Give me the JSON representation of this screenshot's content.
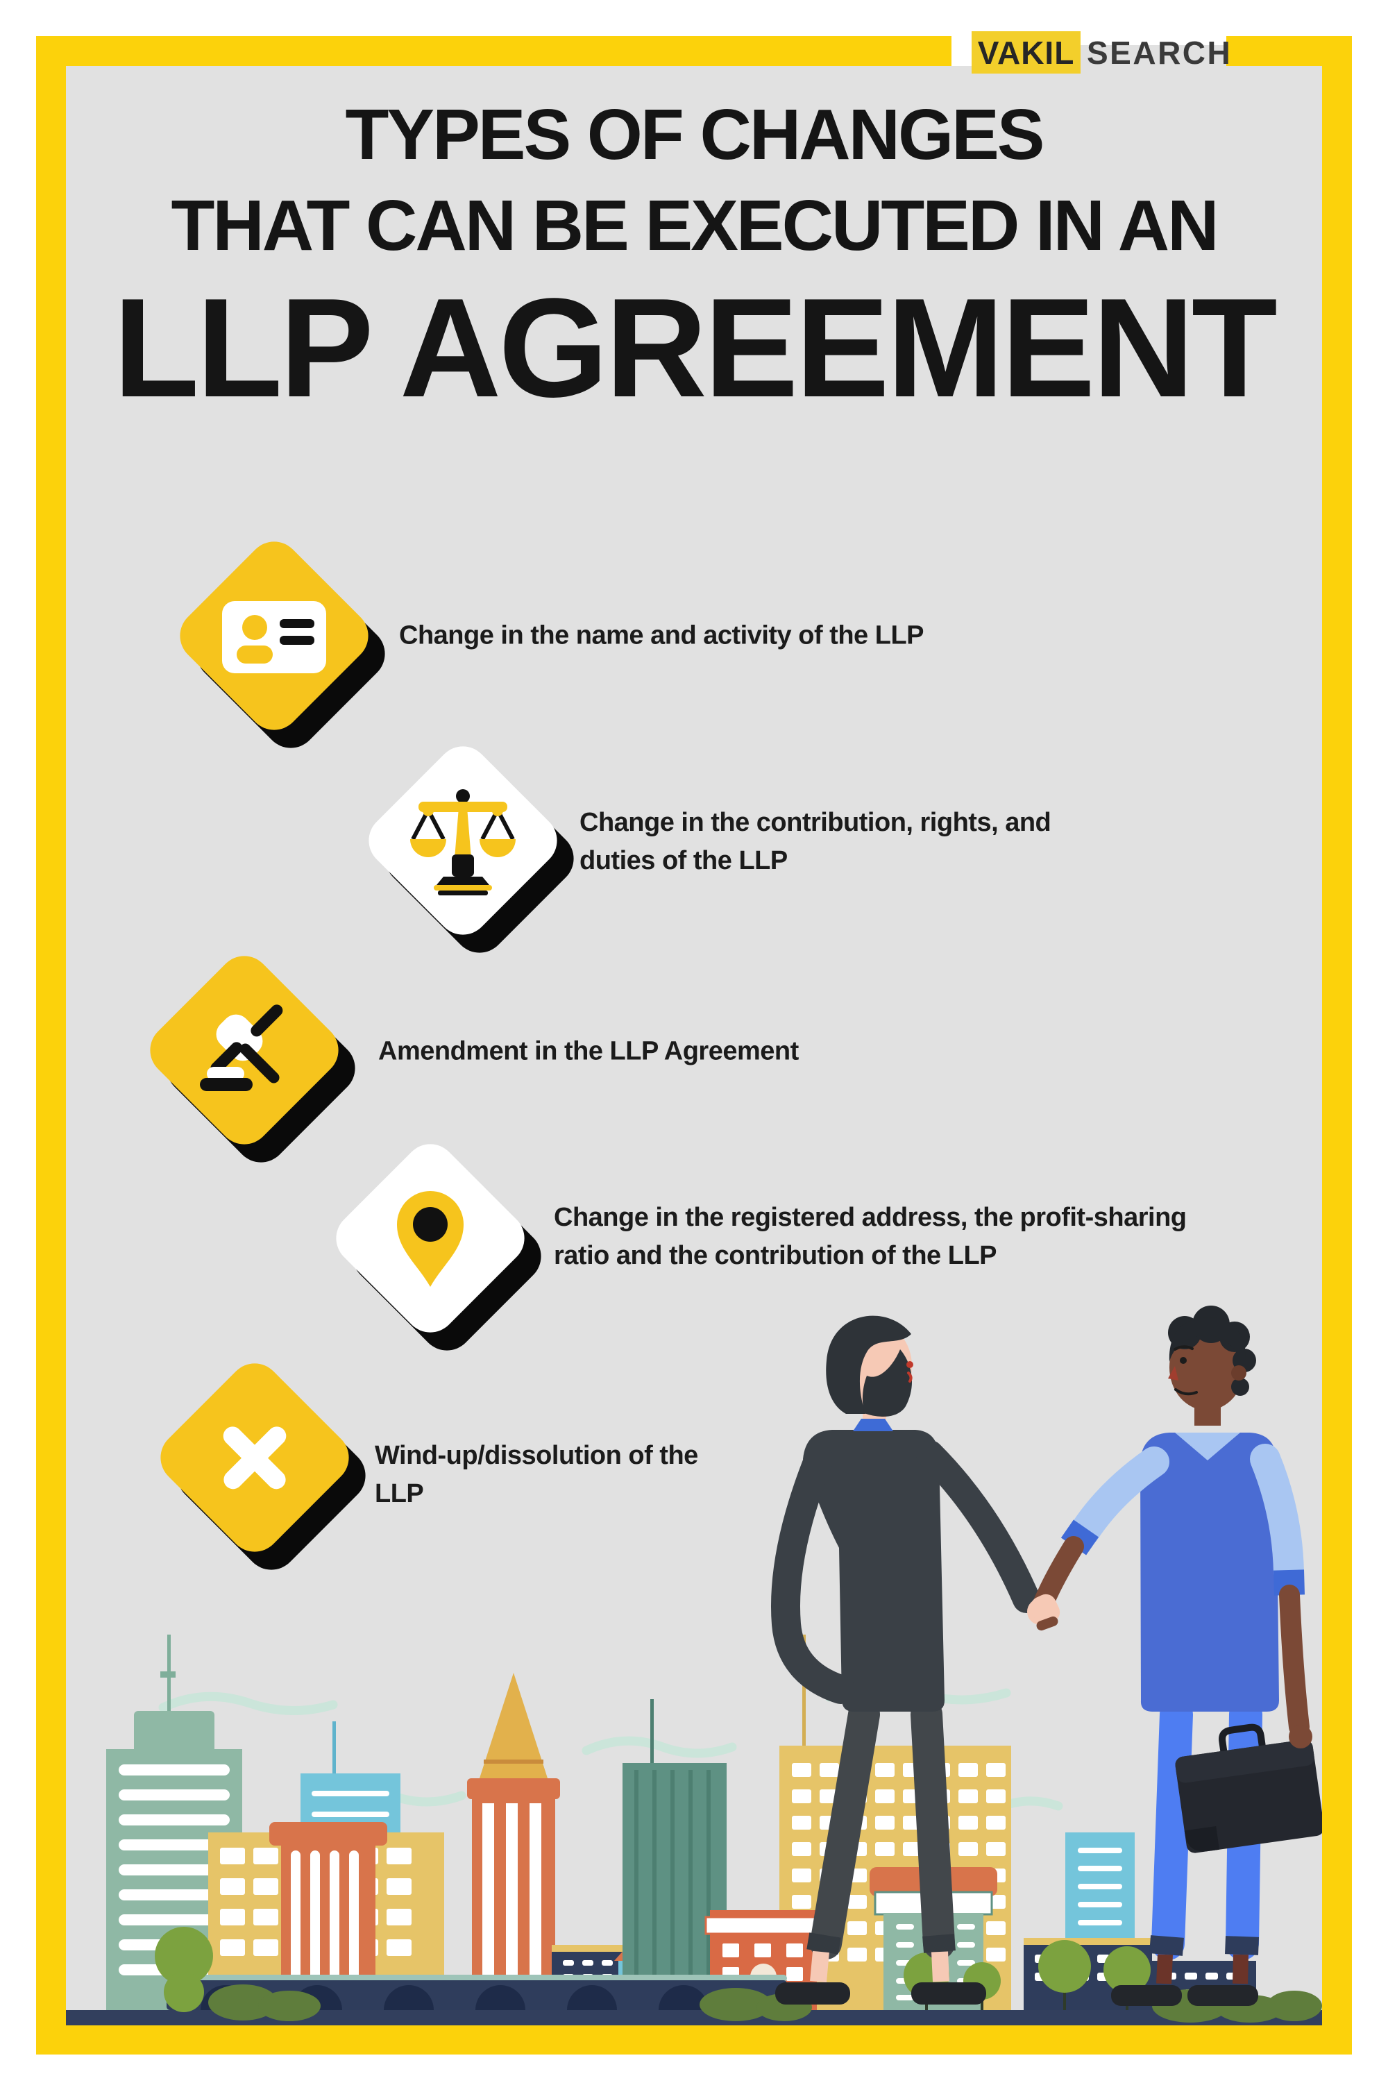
{
  "brand": {
    "name": "VakilSearch",
    "logo_primary": "VAKIL",
    "logo_secondary": "SEARCH"
  },
  "title": {
    "line1": "TYPES OF CHANGES",
    "line2": "THAT CAN BE EXECUTED IN AN",
    "line3": "LLP AGREEMENT"
  },
  "items": [
    {
      "icon": "id-card-icon",
      "diamond_color": "yellow",
      "text": "Change in the name and activity of the LLP"
    },
    {
      "icon": "scales-of-justice-icon",
      "diamond_color": "white",
      "text": "Change in the contribution, rights, and duties of the LLP"
    },
    {
      "icon": "gavel-icon",
      "diamond_color": "yellow",
      "text": "Amendment in the LLP Agreement"
    },
    {
      "icon": "location-pin-icon",
      "diamond_color": "white",
      "text": "Change in the registered address, the profit-sharing ratio and the contribution of the LLP"
    },
    {
      "icon": "cross-icon",
      "diamond_color": "yellow",
      "text": "Wind-up/dissolution of the LLP"
    }
  ],
  "illustration": {
    "name": "businessmen-handshake-cityscape",
    "elements": [
      "city-skyline",
      "bridge",
      "road",
      "trees",
      "bushes",
      "man-in-dark-sweater",
      "man-in-blue-vest-holding-briefcase",
      "handshake"
    ]
  },
  "colors": {
    "border_yellow": "#FCD20B",
    "diamond_yellow": "#F6C41D",
    "background_gray": "#E1E1E1",
    "ink_black": "#151515",
    "shadow_black": "#0A0A0A",
    "city_navy": "#2F3D5C",
    "city_orange": "#D8744B",
    "city_mustard": "#E6C468",
    "city_sage": "#8FB8A5",
    "city_blue": "#74C5DB"
  }
}
